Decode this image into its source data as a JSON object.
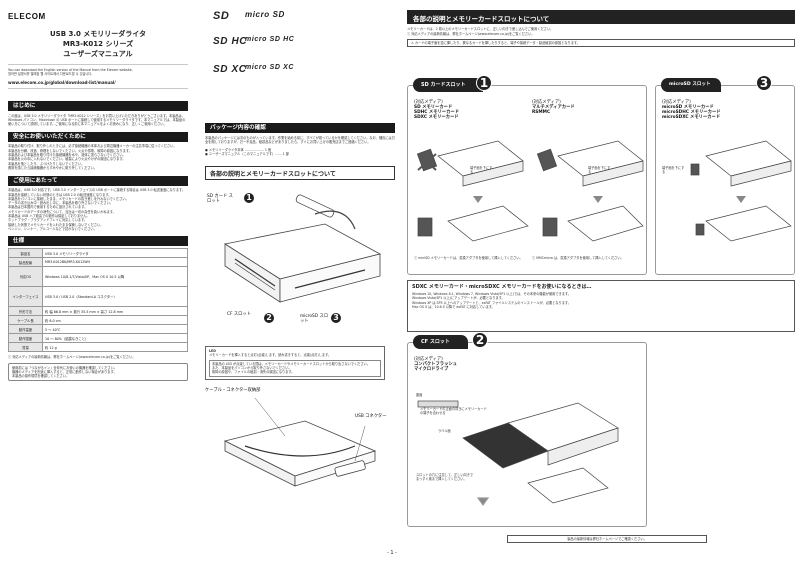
{
  "left": {
    "brand": "ELECOM",
    "title_1": "USB 3.0 メモリリーダライタ",
    "title_2": "MR3-K012 シリーズ",
    "title_3": "ユーザーズマニュアル",
    "download_note_en": "You can download the English version of the Manual from the Elecom website.",
    "download_note_ko": "영어판 설명서를 엘레컴 웹 사이트에서 다운로드할 수 있습니다.",
    "url": "www.elecom.co.jp/global/download-list/manual/",
    "intro_header": "はじめに",
    "intro_text": "この度は、USB 3.0 メモリリーダライタ「MR3-K012 シリーズ」をお買い上げいただきありがとうございます。本製品は、Windows パソコン、Macintosh の USB ポートに接続して使用するメモリリーダライタです。本マニュアルでは、本製品の使い方について説明しています。ご使用になる前に本マニュアルをよくお読みになり、正しくご使用ください。",
    "safety_header": "安全にお使いいただくために",
    "safety_items": [
      "本製品の取り付け、取り外しのときには、必ず接続機器の本体および周辺機器メーカーの注意事項に従ってください。",
      "本製品を分解、改造、修理をしないでください。火災や感電、故障の原因になります。",
      "本製品および本製品を取り付けた接続機器を水や、液体に濡らさないでください。",
      "本製品を火の中に入れないでください。破裂により火災やけがの原因になります。",
      "本製品を落としたり、ぶつけたりしないでください。",
      "異常を感じたら接続機器からすみやかに取り外してください。"
    ],
    "notes_header": "ご使用にあたって",
    "notes_items": [
      "本製品は、USB 3.0 対応です。USB 3.0 インターフェイスの USB ポートに接続する場合は USB 3.0 転送速度になります。",
      "本製品を接続していない状態のときは USB 2.0 の転送速度になります。",
      "本製品をパソコンに接続したまま、メモリカードの抜き差しを行わないでください。",
      "データの書き込み中・読み出し中に、本製品を取り外さないでください。",
      "本製品は日本国内で使用するために設計されています。",
      "メモリカードのデータの消失について、当社は一切の責任を負いかねます。",
      "本製品は USB ハブ経由での動作は保証しておりません。",
      "ホットプラグ・プラグアンドプレイに対応しています。",
      "接続した状態でメモリカードを入れたまま保管しないでください。",
      "ベンジン、シンナー、アルコールなどで拭かないでください。"
    ],
    "spec_header": "仕様",
    "specs": [
      {
        "k": "製品名",
        "v": "USB 3.0 メモリリーダライタ"
      },
      {
        "k": "製品型番",
        "v": "MR3-K012BK/MR3-K012WH"
      },
      {
        "k": "対応OS",
        "v": "Windows 10/8.1/7/Vista/XP、Mac OS X 10.5 以降"
      },
      {
        "k": "インターフェイス",
        "v": "USB 3.0 / USB 2.0（Standard-A コネクター）"
      },
      {
        "k": "外形寸法",
        "v": "約 幅 66.8 mm × 奥行 35.5 mm × 高さ 12.8 mm"
      },
      {
        "k": "ケーブル長",
        "v": "約 6.0 cm"
      },
      {
        "k": "動作温度",
        "v": "5 〜 40℃"
      },
      {
        "k": "動作湿度",
        "v": "10 〜 80%（結露なきこと）"
      },
      {
        "k": "質量",
        "v": "約 12 g"
      }
    ],
    "footnote": "対応メディアの最新情報は、弊社ホームページ(www.elecom.co.jp)をご覧ください。",
    "box_items": [
      "使用前には「つながるイン」全年代にお使いの機器を確認してください。",
      "機器のメディアを別途に挿入すると、正常に動作しない場合があります。",
      "本製品の操作環境を確認してください。"
    ]
  },
  "middle": {
    "logos": [
      "SD",
      "micro SD",
      "SD HC",
      "micro SD HC",
      "SD XC",
      "micro SD XC"
    ],
    "package_header": "パッケージ内容の確認",
    "package_text": "本製品のパッケージには次のものが入っています。作業を始める前に、すべてが揃っているかを確認してください。なお、梱包には万全を期しておりますが、万一不足品、破損品などがありましたら、すぐにお買い上げの販売店までご連絡ください。",
    "package_items": [
      "● メモリリーダライタ本体 ……………… 1 個",
      "● ユーザーズマニュアル（このマニュアルです）…… 1 部"
    ],
    "section_title": "各部の説明とメモリーカードスロットについて",
    "label_sd": "SD カード スロット",
    "label_cf": "CF スロット",
    "label_micro": "microSD スロット",
    "num_1": "1",
    "num_2": "2",
    "num_3": "3",
    "led_label": "LED",
    "led_text": "メモリーカードを挿入すると点灯(点滅)します。読み書きすると、点滅(点灯)します。",
    "led_note_1": "本製品の LED が点滅している間は、メモリーカードやメモリーカードスロットから取り出さないでください。",
    "led_note_2": "また、本製品をパソコンから取り外さないでください。",
    "led_note_3": "故障の原因や、ファイルの破損・消失の原因になります。",
    "cable_title": "ケーブル・コネクター収納部",
    "usb_label": "USB コネクター"
  },
  "right": {
    "header": "各部の説明とメモリーカードスロットについて",
    "intro": "メモリーカードは、2 枚以上のメモリーカードスロットに、正しい向きで差し込んでご使用ください。",
    "notice_1": "対応メディアの最新情報は、弊社ホームページ(www.elecom.co.jp)をご覧ください。",
    "notice_2": "カードの端子面を逆に挿したり、異なるカードを挿したりすると、端子や接続データ・製品破損の原因となります。",
    "sd_slot_title": "SD カードスロット",
    "sd_media_label": "(対応メディア)",
    "sd_media": [
      "SD メモリーカード",
      "SDHC メモリーカード",
      "SDXC メモリーカード"
    ],
    "mmc_media_label": "(対応メディア)",
    "mmc_media": [
      "マルチメディアカード",
      "RSMMC"
    ],
    "micro_slot_title": "microSD スロット",
    "micro_media_label": "(対応メディア)",
    "micro_media": [
      "microSD メモリーカード",
      "microSDHC メモリーカード",
      "microSDXC メモリーカード"
    ],
    "insert_note": "端子面を下にする",
    "adapter_note_1": "miniSD メモリーカードは、変換アダプタを使用して挿入してください。",
    "adapter_note_2": "MMCmicro は、変換アダプタを使用して挿入してください。",
    "sdxc_title": "SDXC メモリーカード・microSDXC メモリーカードをお使いになるときは…",
    "sdxc_items": [
      "Windows 10, Windows 8.1, Windows 7, Windows Vista(SP1 以上)では、その本来の機能が使用できます。",
      "Windows Vista(SP1 以上)にアップデートが、必要となります。",
      "Windows XP は SP3 以上へのアップデートと、exFAT ファイルシステムのインストールが、必要となります。",
      "Mac OS X は、10.6.5 以降で exFAT に対応しています。"
    ],
    "cf_slot_title": "CF スロット",
    "cf_media_label": "(対応メディア)",
    "cf_media": [
      "コンパクトフラッシュ",
      "マイクロドライブ"
    ],
    "cf_back": "裏面",
    "cf_label_face": "ラベル面",
    "cf_caption": "メモリーカードの正面の向きにメモリーカードの端子を合わせる",
    "cf_note": "スロットの穴に注意して、正しい向きでまっすぐ奥まで挿入してください。",
    "bottom_note": "製品の最新情報は弊社ホームページでご確認ください。",
    "page_no": "- 1 -"
  }
}
